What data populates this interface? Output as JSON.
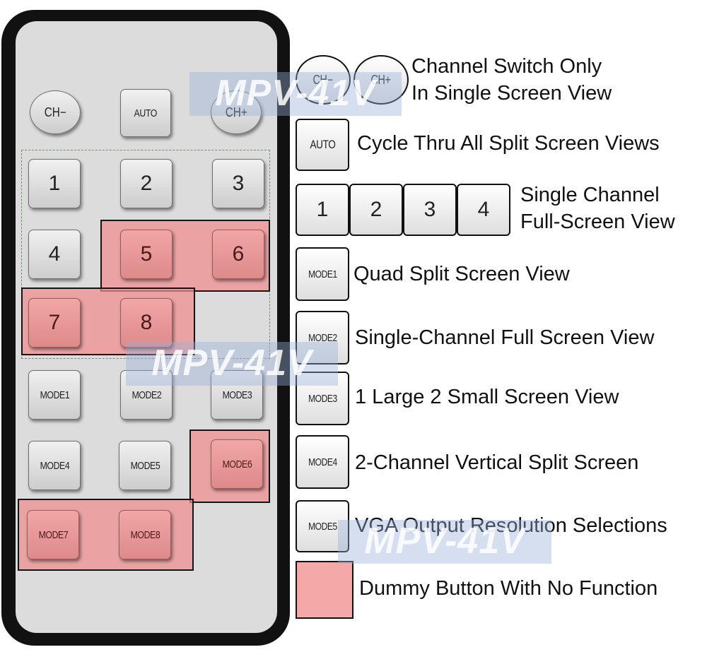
{
  "remote": {
    "buttons": {
      "ch_minus": "CH−",
      "auto": "AUTO",
      "ch_plus": "CH+",
      "n1": "1",
      "n2": "2",
      "n3": "3",
      "n4": "4",
      "n5": "5",
      "n6": "6",
      "n7": "7",
      "n8": "8",
      "mode1": "MODE1",
      "mode2": "MODE2",
      "mode3": "MODE3",
      "mode4": "MODE4",
      "mode5": "MODE5",
      "mode6": "MODE6",
      "mode7": "MODE7",
      "mode8": "MODE8"
    }
  },
  "watermark": "MPV-41V",
  "legend": {
    "channel": {
      "btn1": "CH−",
      "btn2": "CH+",
      "line1": "Channel Switch Only",
      "line2": "In Single Screen View"
    },
    "auto": {
      "btn": "AUTO",
      "text": "Cycle Thru All Split Screen Views"
    },
    "single": {
      "btn1": "1",
      "btn2": "2",
      "btn3": "3",
      "btn4": "4",
      "line1": "Single Channel",
      "line2": "Full-Screen View"
    },
    "mode1": {
      "btn": "MODE1",
      "text": "Quad Split Screen View"
    },
    "mode2": {
      "btn": "MODE2",
      "text": "Single-Channel Full Screen View"
    },
    "mode3": {
      "btn": "MODE3",
      "text": "1 Large 2 Small Screen View"
    },
    "mode4": {
      "btn": "MODE4",
      "text": "2-Channel Vertical Split Screen"
    },
    "mode5": {
      "btn": "MODE5",
      "text": "VGA Output Resolution Selections"
    },
    "dummy": {
      "text": "Dummy Button With No Function"
    }
  },
  "colors": {
    "dummy": "#f4a8a8",
    "remote_body": "#111111",
    "remote_face": "#dcdcdc"
  }
}
